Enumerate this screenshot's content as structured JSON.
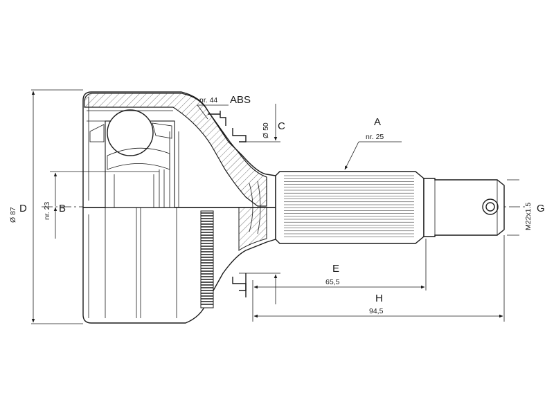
{
  "labels": {
    "A": "A",
    "B": "B",
    "C": "C",
    "D": "D",
    "E": "E",
    "G": "G",
    "H": "H",
    "ABS": "ABS"
  },
  "annotations": {
    "nr_a": "nr. 25",
    "nr_b": "nr. 23",
    "nr_abs": "nr. 44",
    "dim_c": "Ø 50",
    "dim_d": "Ø 87",
    "dim_e": "65,5",
    "dim_h": "94,5",
    "dim_g": "M22x1.5"
  },
  "colors": {
    "line": "#1a1a1a",
    "background": "#ffffff"
  }
}
